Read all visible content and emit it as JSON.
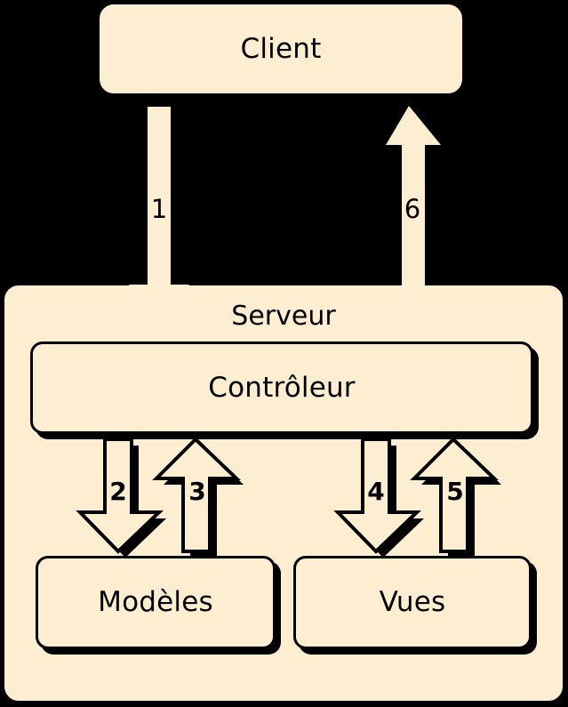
{
  "diagram": {
    "title_text": "",
    "background_color": "#000000",
    "node_fill_color": "#fdeed2",
    "stroke_color": "#000000",
    "nodes": {
      "client": {
        "label": "Client"
      },
      "serveur": {
        "label": "Serveur"
      },
      "controleur": {
        "label": "Contrôleur"
      },
      "modeles": {
        "label": "Modèles"
      },
      "vues": {
        "label": "Vues"
      }
    },
    "arrows": [
      {
        "id": "arrow-1",
        "label": "1",
        "direction": "down",
        "from": "client",
        "to": "controleur"
      },
      {
        "id": "arrow-2",
        "label": "2",
        "direction": "down",
        "from": "controleur",
        "to": "modeles"
      },
      {
        "id": "arrow-3",
        "label": "3",
        "direction": "up",
        "from": "modeles",
        "to": "controleur"
      },
      {
        "id": "arrow-4",
        "label": "4",
        "direction": "down",
        "from": "controleur",
        "to": "vues"
      },
      {
        "id": "arrow-5",
        "label": "5",
        "direction": "up",
        "from": "vues",
        "to": "controleur"
      },
      {
        "id": "arrow-6",
        "label": "6",
        "direction": "up",
        "from": "controleur",
        "to": "client"
      }
    ]
  }
}
